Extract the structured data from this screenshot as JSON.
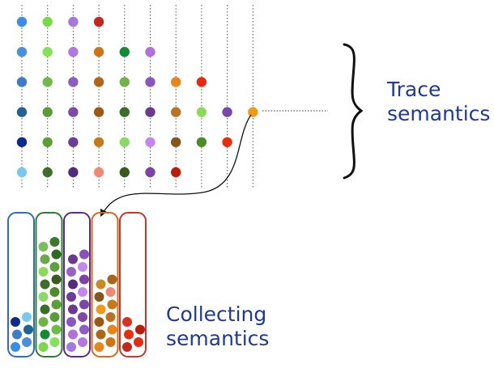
{
  "labels": {
    "trace_line1": "Trace",
    "trace_line2": "semantics",
    "collect_line1": "Collecting",
    "collect_line2": "semantics"
  },
  "colors": {
    "text": "#1f3a93",
    "blue": "#4a90d9",
    "green": "#5ea03a",
    "purple": "#9b5fc7",
    "orange": "#e8861a",
    "red": "#d93020"
  },
  "trace_grid": {
    "columns": 10,
    "rows": [
      [
        "#3a8ee6",
        "#7ad84a",
        "#a478dc",
        "#c2281e",
        null,
        null,
        null,
        null,
        null,
        null
      ],
      [
        "#4a8fdc",
        "#86e05a",
        "#b277e2",
        "#cc7418",
        "#138a34",
        "#b170da",
        null,
        null,
        null,
        null
      ],
      [
        "#3c7cc8",
        "#73b84a",
        "#8e5dc2",
        "#b0661a",
        "#72b246",
        "#8956be",
        "#e7841c",
        "#e32a14",
        null,
        null
      ],
      [
        "#236294",
        "#5a9a38",
        "#7e4aa4",
        "#9a5a16",
        "#3a6e2a",
        "#6a3a8e",
        "#b87424",
        "#8ed85a",
        "#7a48a8",
        "#f09a1a"
      ],
      [
        "#0f2a8e",
        "#5c9e3a",
        "#6c3e9a",
        "#c47a1a",
        "#8ed868",
        "#c486ec",
        "#86551e",
        "#4e8a2a",
        "#e4300e",
        null
      ],
      [
        "#7ac8ee",
        "#3e6e2a",
        "#542c7a",
        "#f08876",
        "#3a5a1e",
        "#7e42a4",
        "#b81e0a",
        null,
        null,
        null
      ]
    ]
  },
  "collect_columns": [
    {
      "name": "blue",
      "border": "#2f6eb5",
      "dots": [
        "#3a8ee6",
        "#4a8fdc",
        "#3c7cc8",
        "#236294",
        "#0f2a8e",
        "#7ac8ee"
      ]
    },
    {
      "name": "green",
      "border": "#2e7d32",
      "dots": [
        "#7ad84a",
        "#86e05a",
        "#138a34",
        "#73b84a",
        "#72b246",
        "#5a9a38",
        "#3a6e2a",
        "#5c9e3a",
        "#8ed868",
        "#4e8a2a",
        "#3e6e2a",
        "#3a5a1e",
        "#8ed85a",
        "#5ea03a",
        "#6aa84a",
        "#2f6a24",
        "#7ac05a",
        "#3a7a2a"
      ]
    },
    {
      "name": "purple",
      "border": "#5a2d82",
      "dots": [
        "#a478dc",
        "#b277e2",
        "#b170da",
        "#8e5dc2",
        "#8956be",
        "#7e4aa4",
        "#6a3a8e",
        "#7a48a8",
        "#6c3e9a",
        "#c486ec",
        "#542c7a",
        "#7e42a4",
        "#9b5fc7",
        "#c08ae8",
        "#6a3a8e",
        "#8a52b8"
      ]
    },
    {
      "name": "orange",
      "border": "#d2691e",
      "dots": [
        "#e8861a",
        "#cc7418",
        "#b0661a",
        "#e7841c",
        "#9a5a16",
        "#b87424",
        "#f09a1a",
        "#c47a1a",
        "#86551e",
        "#f08876",
        "#c98a24",
        "#a8661a"
      ]
    },
    {
      "name": "red",
      "border": "#c0392b",
      "dots": [
        "#c2281e",
        "#e32a14",
        "#e4300e",
        "#b81e0a",
        "#d93020"
      ]
    }
  ]
}
